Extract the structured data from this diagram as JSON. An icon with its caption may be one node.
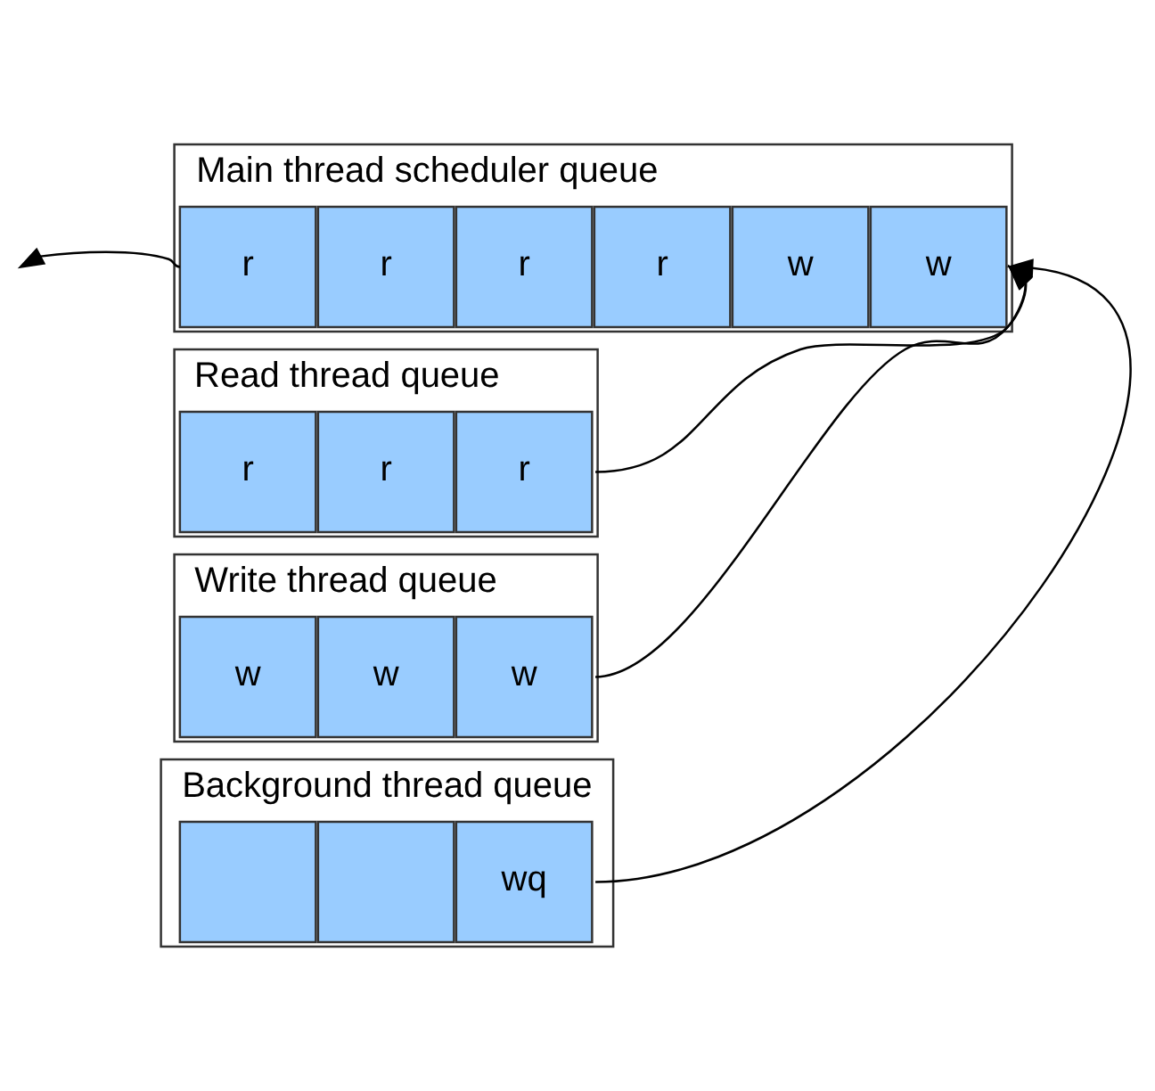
{
  "diagram": {
    "nodes": [
      {
        "text": [
          "Main thread scheduler queue"
        ]
      },
      {
        "text": [
          "r"
        ],
        "in": 0
      },
      {
        "text": [
          "r"
        ],
        "in": 0
      },
      {
        "text": [
          "r"
        ],
        "in": 0
      },
      {
        "text": [
          "r"
        ],
        "in": 0
      },
      {
        "text": [
          "w"
        ],
        "in": 0
      },
      {
        "text": [
          "w"
        ],
        "in": 0
      },
      {
        "text": [
          "Read thread queue"
        ]
      },
      {
        "text": [
          "r"
        ],
        "in": 7
      },
      {
        "text": [
          "r"
        ],
        "in": 7
      },
      {
        "text": [
          "r"
        ],
        "in": 7
      },
      {
        "text": [
          "Write thread queue"
        ]
      },
      {
        "text": [
          "w"
        ],
        "in": 11
      },
      {
        "text": [
          "w"
        ],
        "in": 11
      },
      {
        "text": [
          "w"
        ],
        "in": 11
      },
      {
        "text": [
          "Background thread queue"
        ]
      },
      {
        "text": [],
        "shape": "box",
        "in": 15
      },
      {
        "text": [],
        "shape": "box",
        "in": 15
      },
      {
        "text": [
          "wq"
        ],
        "in": 15
      }
    ],
    "edges": [
      {
        "from": 1,
        "to": null,
        "arrow": "to"
      },
      {
        "from": 10,
        "to": 6,
        "arrow": "to"
      },
      {
        "from": 14,
        "to": 6,
        "arrow": "to"
      },
      {
        "from": 18,
        "to": 6,
        "arrow": "to"
      }
    ]
  }
}
